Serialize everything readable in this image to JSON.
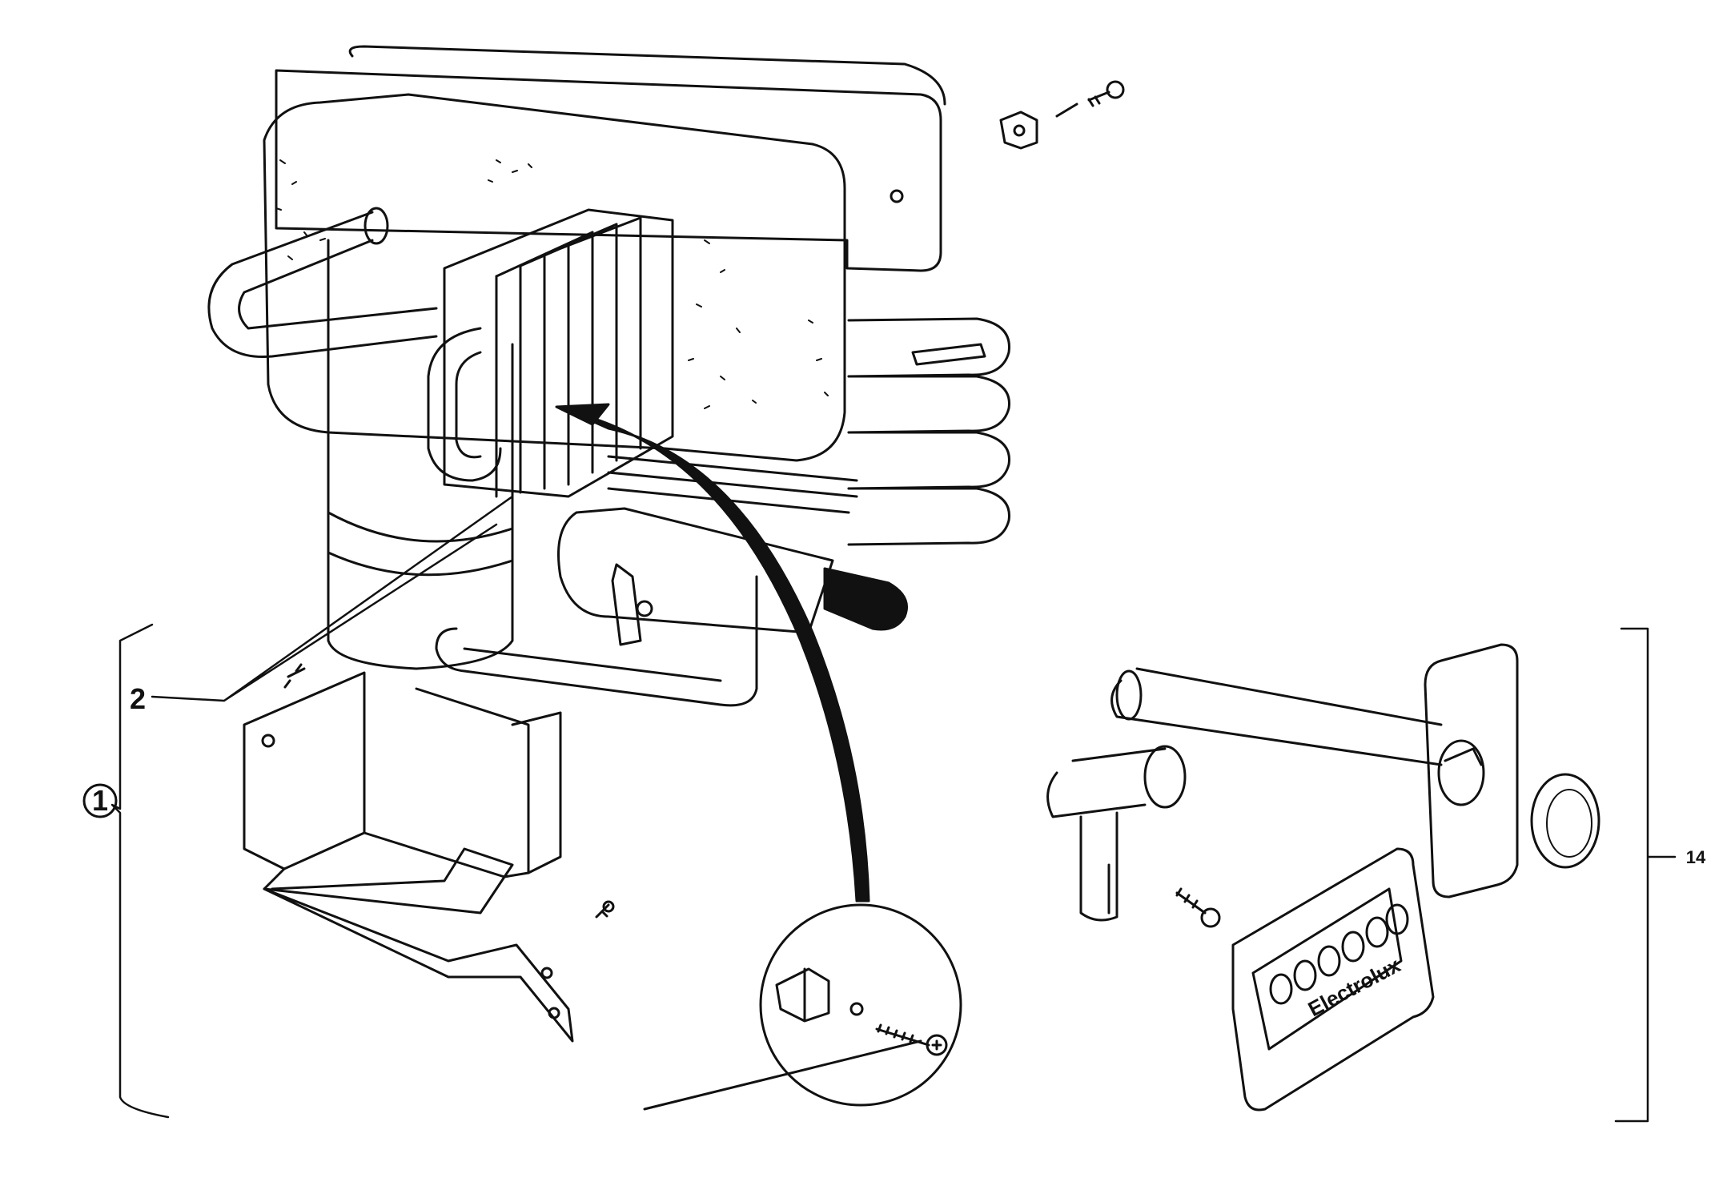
{
  "diagram": {
    "callouts": {
      "assembly": "1",
      "heat_exchanger": "2",
      "burner_kit": "14"
    },
    "brand_plate_text": "Electrolux"
  },
  "colors": {
    "ink": "#111111",
    "paper": "#ffffff"
  }
}
